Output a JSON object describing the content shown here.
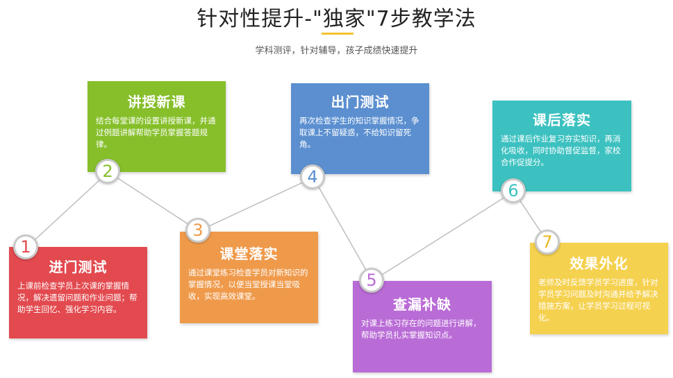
{
  "header": {
    "title": "针对性提升-\"独家\"7步教学法",
    "subtitle": "学科测评，针对辅导，孩子成绩快速提升"
  },
  "steps": [
    {
      "number": "1",
      "title": "进门测试",
      "description": "上课前检查学员上次课的掌握情况，解决遗留问题和作业问题；帮助学生回忆、强化学习内容。",
      "color": "#e24a4f"
    },
    {
      "number": "2",
      "title": "讲授新课",
      "description": "结合每堂课的设置讲授新课，并通过例题讲解帮助学员掌握答题规律。",
      "color": "#86bf2a"
    },
    {
      "number": "3",
      "title": "课堂落实",
      "description": "通过课堂练习检查学员对新知识的掌握情况，以便当堂授课当堂吸收，实现高效课堂。",
      "color": "#ef9a4b"
    },
    {
      "number": "4",
      "title": "出门测试",
      "description": "再次检查学生的知识掌握情况，争取课上不留疑惑，不给知识留死角。",
      "color": "#5b8fd0"
    },
    {
      "number": "5",
      "title": "查漏补缺",
      "description": "对课上练习存在的问题进行讲解，帮助学员扎实掌握知识点。",
      "color": "#b96bd6"
    },
    {
      "number": "6",
      "title": "课后落实",
      "description": "通过课后作业复习夯实知识，再消化吸收，同时协助督促监督，家校合作促提分。",
      "color": "#3cc1c0"
    },
    {
      "number": "7",
      "title": "效果外化",
      "description": "老师及时反馈学员学习进度，针对学员学习问题及时沟通并给予解决措施方案，让学员学习过程可视化。",
      "color": "#f5d150"
    }
  ]
}
